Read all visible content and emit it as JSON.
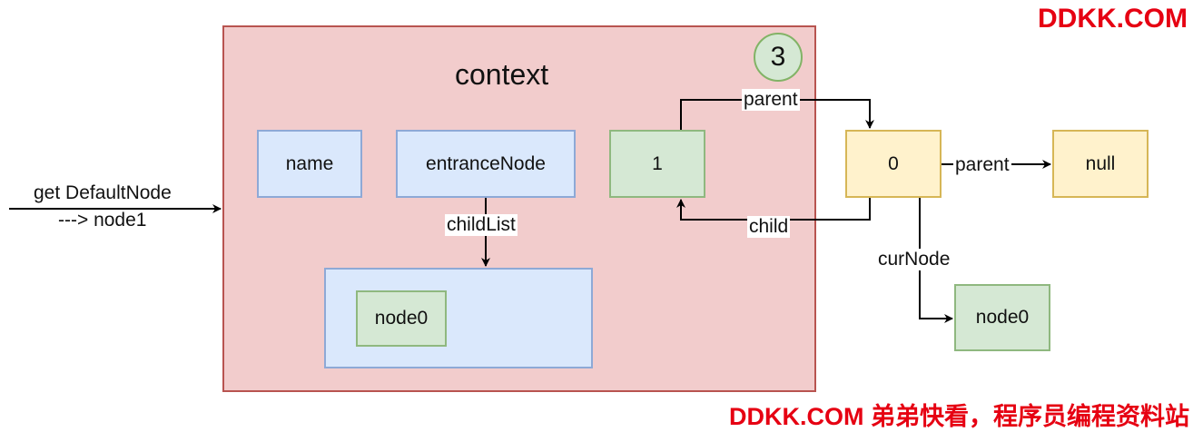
{
  "context": {
    "title": "context",
    "step": "3"
  },
  "nodes": {
    "name": "name",
    "entranceNode": "entranceNode",
    "listNode0": "node0",
    "node1": "1",
    "node0": "0",
    "null": "null",
    "curNode0": "node0"
  },
  "edges": {
    "input_line1": "get DefaultNode",
    "input_line2": "---> node1",
    "childList": "childList",
    "parent_1_to_0": "parent",
    "child_0_to_1": "child",
    "parent_0_to_null": "parent",
    "curNode": "curNode"
  },
  "watermark": {
    "top": "DDKK.COM",
    "bottom": "DDKK.COM 弟弟快看，程序员编程资料站"
  },
  "colors": {
    "context_fill": "#f2cccc",
    "blue_fill": "#dae8fc",
    "green_fill": "#d5e8d4",
    "yellow_fill": "#fff2cc",
    "watermark": "#e60012"
  }
}
